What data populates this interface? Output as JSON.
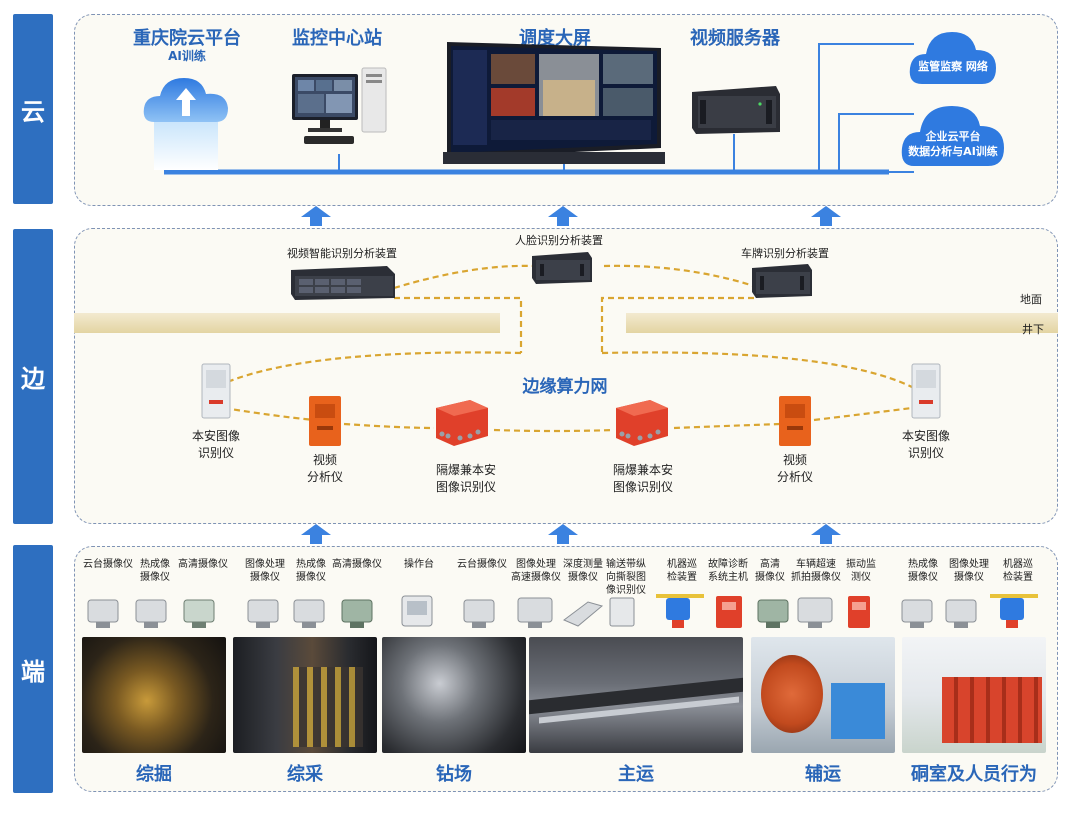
{
  "tiers": {
    "cloud": "云",
    "edge": "边",
    "terminal": "端"
  },
  "cloud_layer": {
    "ai_platform_title": "重庆院云平台",
    "ai_platform_sub": "AI训练",
    "monitor_station": "监控中心站",
    "big_screen": "调度大屏",
    "video_server": "视频服务器",
    "cloud_supervision": "监管监察\n网络",
    "cloud_enterprise": "企业云平台\n数据分析与AI训练"
  },
  "edge_layer": {
    "device_video": "视频智能识别分析装置",
    "device_face": "人脸识别分析装置",
    "device_plate": "车牌识别分析装置",
    "ground_label": "地面",
    "underground_label": "井下",
    "network_title": "边缘算力网",
    "nodes": [
      {
        "label": "本安图像\n识别仪"
      },
      {
        "label": "视频\n分析仪"
      },
      {
        "label": "隔爆兼本安\n图像识别仪"
      },
      {
        "label": "隔爆兼本安\n图像识别仪"
      },
      {
        "label": "视频\n分析仪"
      },
      {
        "label": "本安图像\n识别仪"
      }
    ]
  },
  "terminal_layer": {
    "devices": [
      {
        "label": "云台摄像仪"
      },
      {
        "label": "热成像\n摄像仪"
      },
      {
        "label": "高清摄像仪"
      },
      {
        "label": "图像处理\n摄像仪"
      },
      {
        "label": "热成像\n摄像仪"
      },
      {
        "label": "高清摄像仪"
      },
      {
        "label": "操作台"
      },
      {
        "label": "云台摄像仪"
      },
      {
        "label": "图像处理\n高速摄像仪"
      },
      {
        "label": "深度测量\n摄像仪"
      },
      {
        "label": "输送带纵\n向撕裂图\n像识别仪"
      },
      {
        "label": "机器巡\n检装置"
      },
      {
        "label": "故障诊断\n系统主机"
      },
      {
        "label": "高清\n摄像仪"
      },
      {
        "label": "车辆超速\n抓拍摄像仪"
      },
      {
        "label": "振动监\n测仪"
      },
      {
        "label": "热成像\n摄像仪"
      },
      {
        "label": "图像处理\n摄像仪"
      },
      {
        "label": "机器巡\n检装置"
      }
    ],
    "scenes": [
      {
        "label": "综掘"
      },
      {
        "label": "综采"
      },
      {
        "label": "钻场"
      },
      {
        "label": "主运"
      },
      {
        "label": "辅运"
      },
      {
        "label": "硐室及人员行为"
      }
    ]
  },
  "colors": {
    "tier_tab": "#2e6fc0",
    "accent_blue": "#2a66b8",
    "link_dash": "#d9a530",
    "ground_band": "#e8d9a8",
    "device_red": "#e0402a",
    "device_orange": "#e8621c"
  }
}
